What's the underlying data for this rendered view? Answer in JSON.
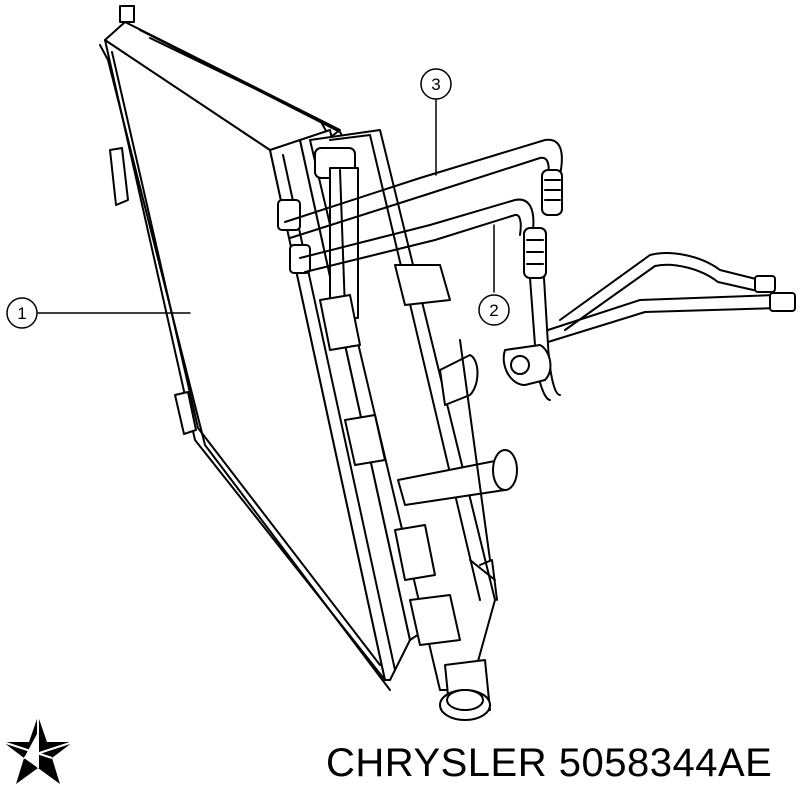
{
  "diagram": {
    "callouts": [
      {
        "id": "1",
        "label": "1"
      },
      {
        "id": "2",
        "label": "2"
      },
      {
        "id": "3",
        "label": "3"
      }
    ],
    "parts": [
      "radiator-condenser-assembly",
      "ac-line-2",
      "ac-line-3",
      "fan-shroud",
      "tube-fittings"
    ]
  },
  "footer": {
    "brand": "CHRYSLER",
    "part_number": "5058344AE",
    "logo_icon": "pentastar-logo-icon"
  },
  "colors": {
    "line": "#000000",
    "background": "#ffffff"
  }
}
